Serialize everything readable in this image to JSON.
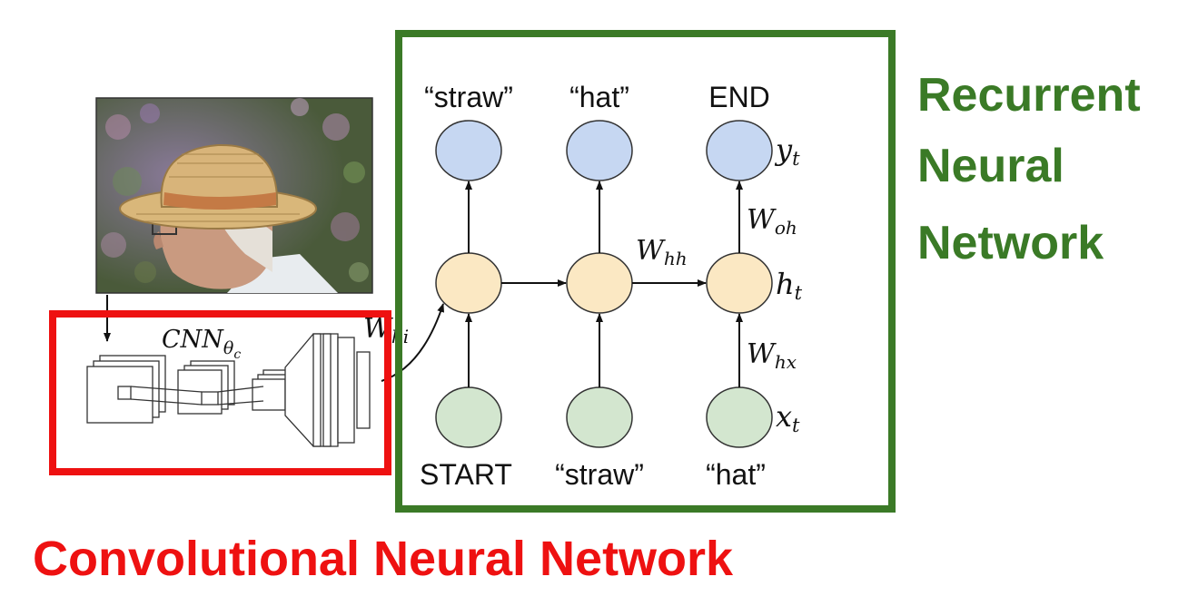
{
  "rnn_title": {
    "line1": "Recurrent",
    "line2": "Neural",
    "line3": "Network"
  },
  "cnn_title": "Convolutional Neural Network",
  "outputs": [
    "“straw”",
    "“hat”",
    "END"
  ],
  "inputs": [
    "START",
    "“straw”",
    "“hat”"
  ],
  "math": {
    "y_sym": "y",
    "y_sub": "t",
    "h_sym": "h",
    "h_sub": "t",
    "x_sym": "x",
    "x_sub": "t",
    "woh_sym": "W",
    "woh_sub": "oh",
    "whh_sym": "W",
    "whh_sub": "hh",
    "whx_sym": "W",
    "whx_sub": "hx",
    "whi_sym": "W",
    "whi_sub": "hi",
    "cnn_sym": "CNN",
    "cnn_sub": "θ",
    "cnn_subsub": "c"
  },
  "colors": {
    "rnn_border": "#3b7a27",
    "cnn_border": "#ee1111",
    "output_node": "#c6d7f2",
    "hidden_node": "#fbe8c3",
    "input_node": "#d3e6cf"
  }
}
